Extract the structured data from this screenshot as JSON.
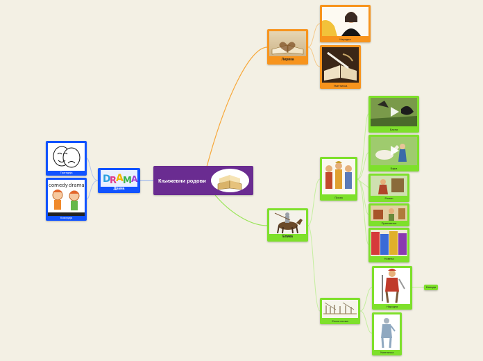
{
  "colors": {
    "background": "#f3f0e4",
    "root": "#6a2c91",
    "drama": "#1153ff",
    "lyric": "#f7941d",
    "epic": "#7ee02b"
  },
  "root": {
    "label": "Књижевни родови",
    "image": "open-book-icon"
  },
  "drama": {
    "label": "Драма",
    "image": "drama-logo-icon",
    "children": [
      {
        "label": "Трагедија",
        "image": "theatre-masks-icon"
      },
      {
        "label": "Комедија",
        "image": "comedy-drama-kids-icon"
      }
    ]
  },
  "lyric": {
    "label": "Лирика",
    "image": "book-heart-icon",
    "children": [
      {
        "label": "Народна",
        "image": "singer-photo-icon"
      },
      {
        "label": "Уметничка",
        "image": "old-book-quill-icon"
      }
    ]
  },
  "epic": {
    "label": "Епика",
    "image": "knight-horse-icon",
    "prose": {
      "label": "Проза",
      "image": "characters-group-icon",
      "children": [
        {
          "label": "Басна",
          "image": "fable-video-icon"
        },
        {
          "label": "Бајка",
          "image": "fairy-tale-video-icon"
        },
        {
          "label": "Роман",
          "image": "novel-scene-icon"
        },
        {
          "label": "Приповетка",
          "image": "story-scene-icon"
        },
        {
          "label": "Новела",
          "image": "book-covers-icon"
        }
      ]
    },
    "poetry": {
      "label": "Епска песма",
      "image": "battle-scene-icon",
      "children": [
        {
          "label": "Народна",
          "image": "warrior-figure-icon",
          "note": "Балада"
        },
        {
          "label": "Уметничка",
          "image": "statue-figure-icon"
        }
      ]
    }
  }
}
